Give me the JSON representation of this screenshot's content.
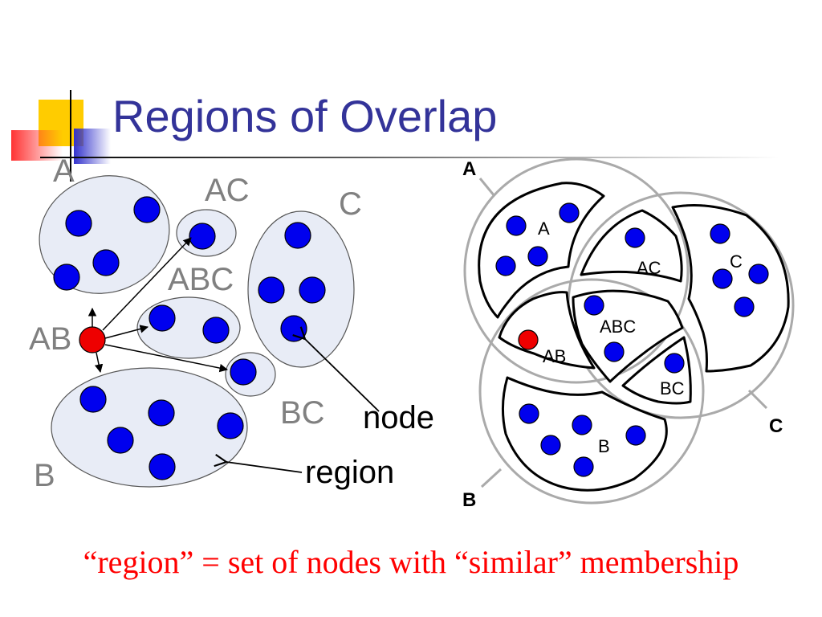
{
  "slide": {
    "title": "Regions of Overlap",
    "caption": "“region” = set of nodes with “similar” membership"
  },
  "left_diagram": {
    "region_labels": {
      "a": "A",
      "ac": "AC",
      "c": "C",
      "abc": "ABC",
      "ab": "AB",
      "bc": "BC",
      "b": "B"
    },
    "node_label": "node",
    "region_label": "region"
  },
  "right_diagram": {
    "community_labels": {
      "a": "A",
      "b": "B",
      "c": "C"
    },
    "region_labels": {
      "a": "A",
      "ac": "AC",
      "c": "C",
      "abc": "ABC",
      "ab": "AB",
      "bc": "BC",
      "b": "B"
    }
  },
  "colors": {
    "title": "#333399",
    "caption": "#ff0000",
    "node": "#0000ee",
    "special_node": "#ee0000",
    "region_fill": "#e8ecf6",
    "region_stroke": "#555555",
    "region_label": "#808080",
    "circle_stroke": "#aaaaaa"
  }
}
